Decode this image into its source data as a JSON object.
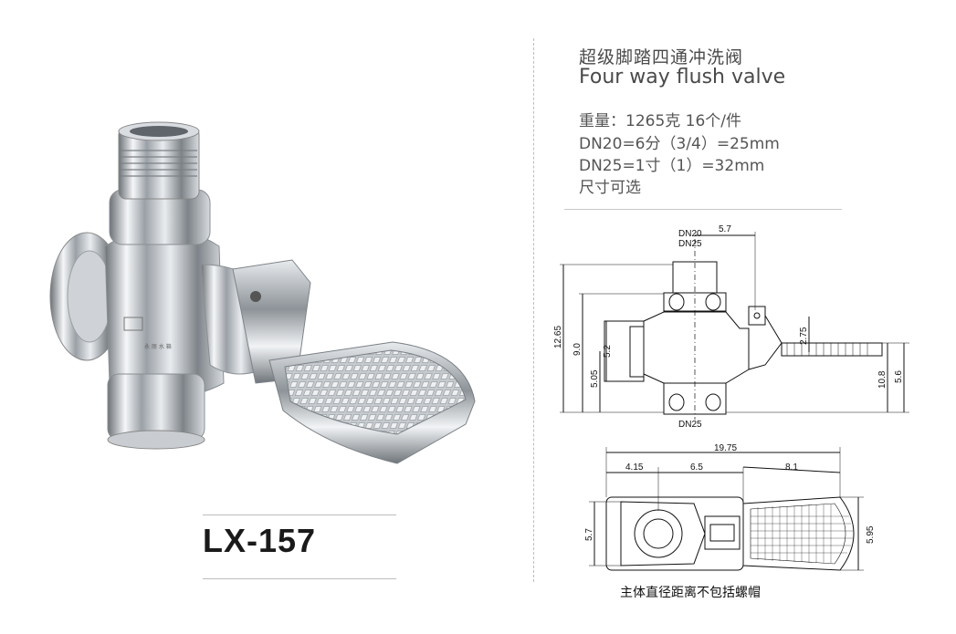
{
  "product": {
    "model": "LX-157",
    "title_cn": "超级脚踏四通冲洗阀",
    "title_en": "Four way flush valve"
  },
  "specs": [
    "重量：1265克   16个/件",
    "DN20=6分（3/4）=25mm",
    "DN25=1寸（1）=32mm",
    "尺寸可选"
  ],
  "drawing": {
    "side_view": {
      "port_top_1": "DN20",
      "port_top_2": "DN25",
      "port_bottom": "DN25",
      "dim_top": "5.7",
      "dim_total_height": "12.65",
      "dim_body_height": "9.0",
      "dim_inlet": "5.2",
      "dim_lower": "5.05",
      "dim_pedal_arm": "2.75",
      "dim_pedal_left": "10.8",
      "dim_pedal_right": "5.6"
    },
    "top_view": {
      "dim_total": "19.75",
      "dim_a": "4.15",
      "dim_b": "6.5",
      "dim_c": "8.1",
      "dim_left": "5.7",
      "dim_right": "5.95"
    },
    "caption": "主体直径距离不包括螺帽"
  },
  "logo_text": "永 丽 水 箱"
}
